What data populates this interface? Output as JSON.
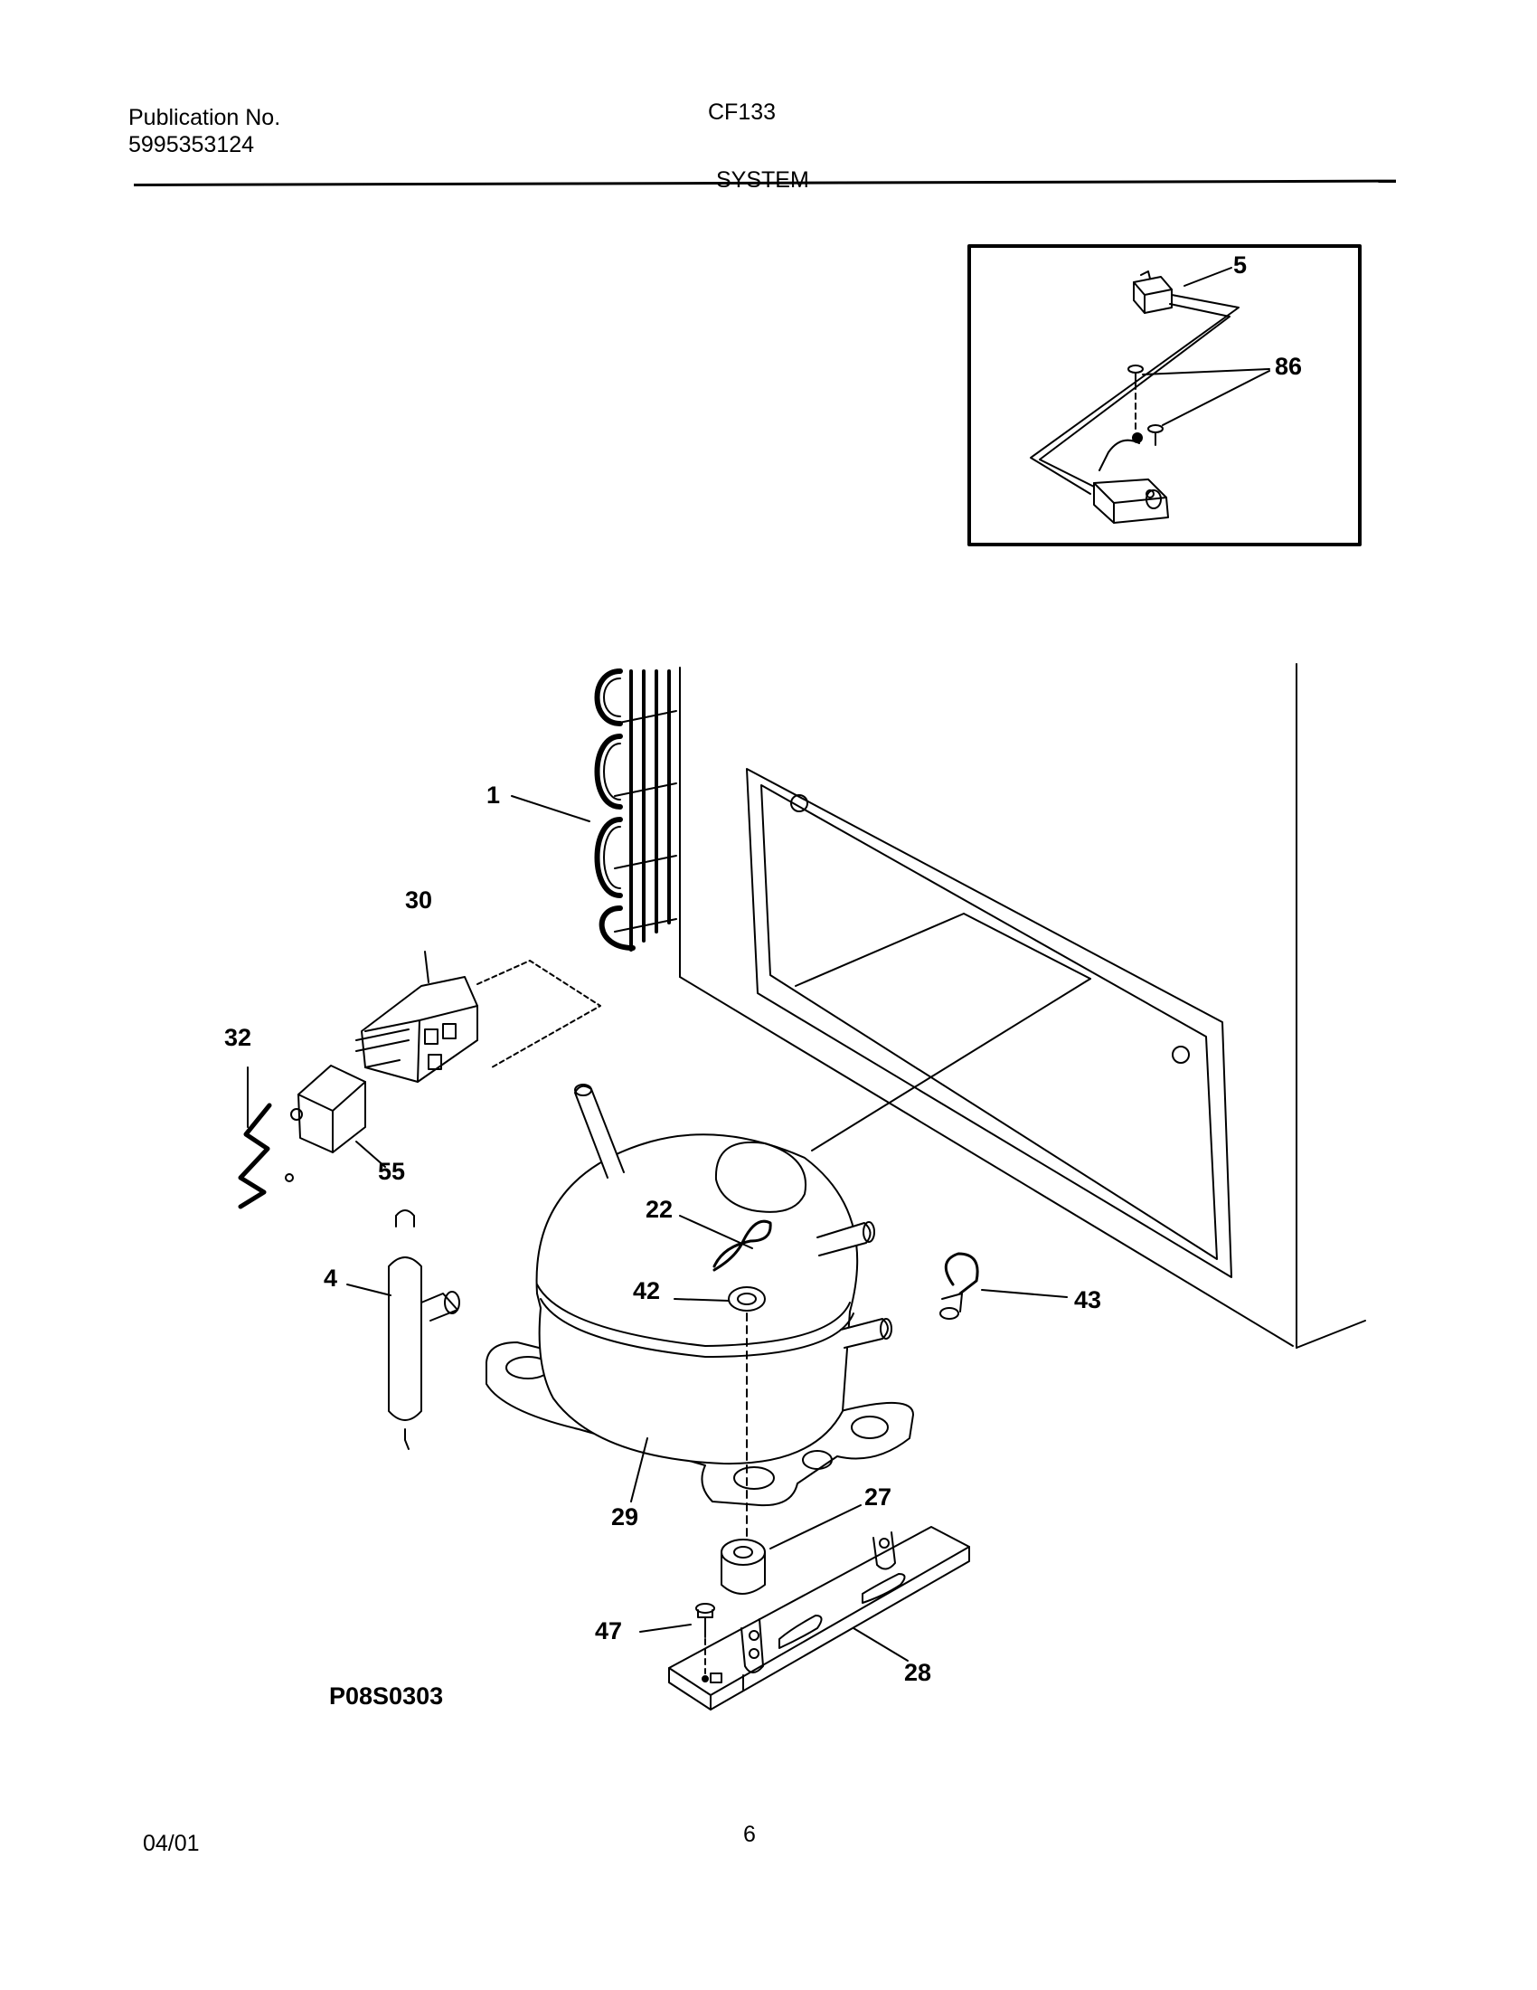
{
  "header": {
    "publication_label": "Publication No.",
    "publication_number": "5995353124",
    "model": "CF133",
    "section": "SYSTEM"
  },
  "footer": {
    "date": "04/01",
    "page": "6"
  },
  "diagram": {
    "code": "P08S0303",
    "callouts": {
      "c1": "1",
      "c4": "4",
      "c5": "5",
      "c22": "22",
      "c27": "27",
      "c28": "28",
      "c29": "29",
      "c30": "30",
      "c32": "32",
      "c42": "42",
      "c43": "43",
      "c47": "47",
      "c55": "55",
      "c86": "86"
    }
  }
}
